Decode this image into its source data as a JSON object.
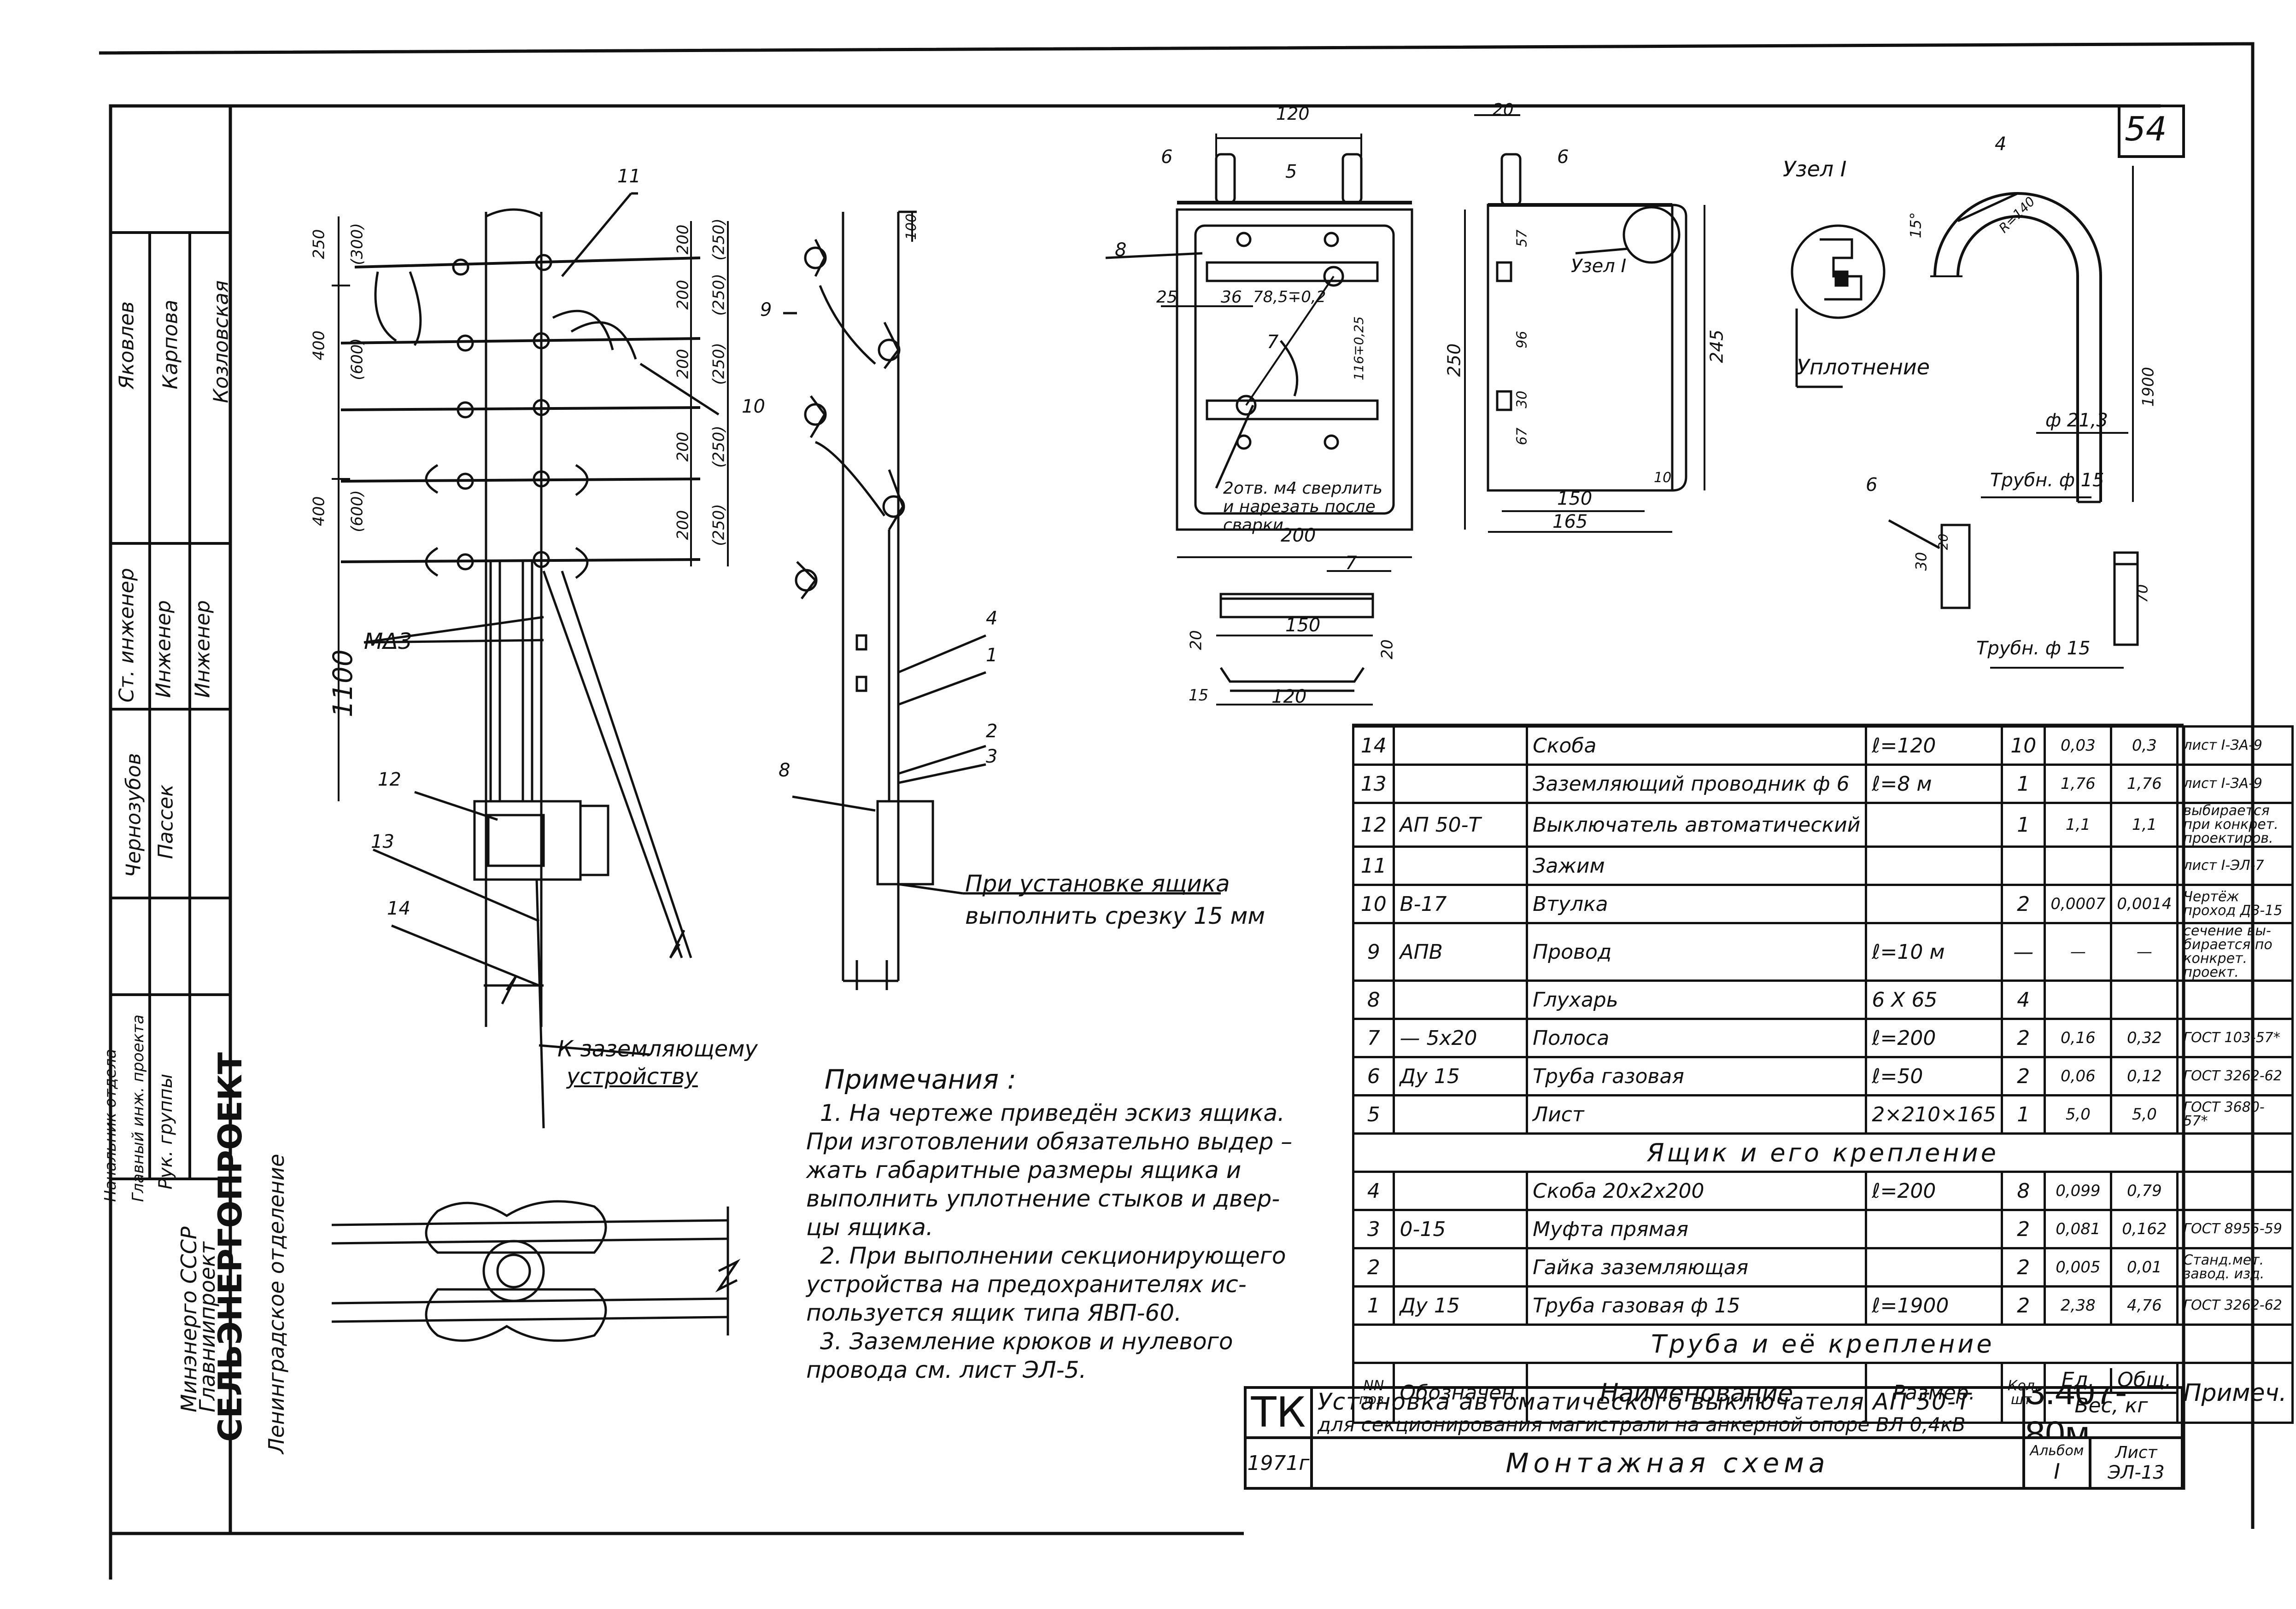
{
  "sheet_number": "54",
  "left_stamp": {
    "org_lines": [
      "Минэнерго СССР",
      "Главниипроект",
      "СЕЛЬЭНЕРГОПРОЕКТ",
      "Ленинградское отделение"
    ],
    "roles": [
      "Начальник отдела",
      "Главный инж. проекта",
      "Рук. группы",
      "Ст. инженер",
      "Инженер",
      "Инженер"
    ],
    "names": [
      "Чернозубов",
      "Пассек",
      "Яковлев",
      "Карпова",
      "Козловская"
    ]
  },
  "pole_drawing": {
    "left_dims": [
      "250",
      "(300)",
      "400",
      "(600)",
      "400",
      "(600)",
      "1100"
    ],
    "right_dims": [
      "200",
      "(250)",
      "200",
      "(250)",
      "200",
      "(250)",
      "200",
      "(250)",
      "200",
      "(250)"
    ],
    "labels": {
      "md3": "MΔ3",
      "n10": "10",
      "n11": "11",
      "n12": "12",
      "n13": "13",
      "n14": "14"
    },
    "ground_label": [
      "К заземляющему",
      "устройству"
    ]
  },
  "side_drawing": {
    "dim_top": "100",
    "callouts": [
      "9",
      "4",
      "1",
      "2",
      "3",
      "8"
    ],
    "cut_note": [
      "При установке ящика",
      "выполнить срезку 15 мм"
    ]
  },
  "box_front": {
    "dims": [
      "120",
      "25",
      "36",
      "78,5∓0,2",
      "116∓0,25",
      "250",
      "200"
    ],
    "callouts": [
      "6",
      "5",
      "8",
      "7"
    ],
    "drill_note": [
      "2отв. м4 сверлить",
      "и нарезать после",
      "сварки"
    ]
  },
  "box_side": {
    "dims": [
      "20",
      "57",
      "96",
      "30",
      "67",
      "245",
      "150",
      "165",
      "10"
    ],
    "callouts": [
      "6"
    ],
    "node_label": "Узел I"
  },
  "strip_detail": {
    "callout": "7",
    "dims": [
      "150",
      "120",
      "20",
      "20",
      "15"
    ]
  },
  "node_detail": {
    "title": "Узел I",
    "seal_label": "Уплотнение"
  },
  "bracket_detail": {
    "callout": "4",
    "dims": [
      "15°",
      "R=140",
      "1900",
      "ф 21,3",
      "30",
      "20",
      "70"
    ],
    "pipe_labels": [
      "Трубн. ф 15",
      "Трубн. ф 15"
    ],
    "callout6": "6"
  },
  "notes": {
    "title": "Примечания :",
    "lines": [
      "1. На чертеже приведён эскиз ящика.",
      "При изготовлении обязательно выдер –",
      "жать габаритные размеры ящика и",
      "выполнить уплотнение стыков и двер-",
      "цы ящика.",
      "2. При выполнении секционирующего",
      "устройства на предохранителях ис-",
      "пользуется ящик типа ЯВП-60.",
      "3. Заземление крюков и нулевого",
      "провода см. лист ЭЛ-5."
    ]
  },
  "spec_table": {
    "rows": [
      [
        "14",
        "",
        "Скоба",
        "ℓ=120",
        "10",
        "0,03",
        "0,3",
        "лист I-ЗА-9"
      ],
      [
        "13",
        "",
        "Заземляющий проводник ф 6",
        "ℓ=8 м",
        "1",
        "1,76",
        "1,76",
        "лист I-ЗА-9"
      ],
      [
        "12",
        "АП 50-Т",
        "Выключатель автоматический",
        "",
        "1",
        "1,1",
        "1,1",
        "выбирается при конкрет. проектиров."
      ],
      [
        "11",
        "",
        "Зажим",
        "",
        "",
        "",
        "",
        "лист I-ЭЛ-7"
      ],
      [
        "10",
        "В-17",
        "Втулка",
        "",
        "2",
        "0,0007",
        "0,0014",
        "Чертёж проход ДЗ-15"
      ],
      [
        "9",
        "АПВ",
        "Провод",
        "ℓ=10 м",
        "—",
        "—",
        "—",
        "сечение вы- бирается по конкрет. проект."
      ],
      [
        "8",
        "",
        "Глухарь",
        "6 X 65",
        "4",
        "",
        "",
        ""
      ],
      [
        "7",
        "— 5x20",
        "Полоса",
        "ℓ=200",
        "2",
        "0,16",
        "0,32",
        "ГОСТ 103-57*"
      ],
      [
        "6",
        "Ду 15",
        "Труба газовая",
        "ℓ=50",
        "2",
        "0,06",
        "0,12",
        "ГОСТ 3262-62"
      ],
      [
        "5",
        "",
        "Лист",
        "2×210×165",
        "1",
        "5,0",
        "5,0",
        "ГОСТ 3680-57*"
      ]
    ],
    "section1": "Ящик и его крепление",
    "rows2": [
      [
        "4",
        "",
        "Скоба 20x2x200",
        "ℓ=200",
        "8",
        "0,099",
        "0,79",
        ""
      ],
      [
        "3",
        "0-15",
        "Муфта прямая",
        "",
        "2",
        "0,081",
        "0,162",
        "ГОСТ 8955-59"
      ],
      [
        "2",
        "",
        "Гайка заземляющая",
        "",
        "2",
        "0,005",
        "0,01",
        "Станд.мет. завод. изд."
      ],
      [
        "1",
        "Ду 15",
        "Труба газовая ф 15",
        "ℓ=1900",
        "2",
        "2,38",
        "4,76",
        "ГОСТ 3262-62"
      ]
    ],
    "section2": "Труба и её крепление",
    "header": [
      "NN поз.",
      "Обозначен.",
      "Наименование",
      "Размер.",
      "Кол. шт.",
      "Ед.",
      "Общ.",
      "Примеч."
    ],
    "weight_label": "Вес, кг"
  },
  "title_block": {
    "tk": "ТК",
    "year": "1971г",
    "title_lines": [
      "Установка автоматического выключателя АП 50-Т",
      "для секционирования магистрали на анкерной опоре ВЛ 0,4кВ"
    ],
    "subtitle": "Монтажная схема",
    "code": "3.407-80м",
    "album_label": "Альбом",
    "album_value": "I",
    "sheet_label": "Лист",
    "sheet_value": "ЭЛ-13"
  }
}
